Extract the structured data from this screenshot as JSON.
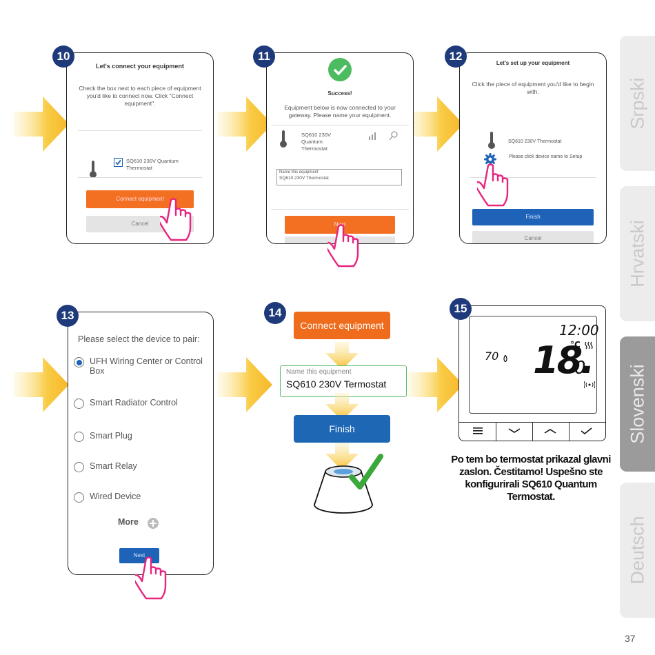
{
  "steps": {
    "s10": {
      "number": "10",
      "title": "Let's connect your equipment",
      "instructions": "Check the box next to each piece of equipment you'd like to connect now. Click \"Connect equipment\".",
      "device_name": "SQ610 230V Quantum Thermostat",
      "connect_button": "Connect equipment",
      "cancel_button": "Cancel"
    },
    "s11": {
      "number": "11",
      "title": "Success!",
      "message": "Equipment below is now connected to your gateway. Please name your equipment.",
      "device_name": "SQ610 230V Quantum Thermostat",
      "name_field_label": "Name this equipment",
      "name_field_value": "SQ610 230V Thermostat",
      "next_button": "Next"
    },
    "s12": {
      "number": "12",
      "title": "Let's set up your equipment",
      "instructions": "Click the piece of equipment you'd like to begin with.",
      "device_name": "SQ610 230V Thermostat",
      "device_hint": "Please click device name to Setup",
      "finish_button": "Finish",
      "cancel_button": "Cancel"
    },
    "s13": {
      "number": "13",
      "title": "Please select the device to pair:",
      "options": [
        "UFH Wiring Center or Control Box",
        "Smart Radiator Control",
        "Smart Plug",
        "Smart Relay",
        "Wired Device"
      ],
      "more_label": "More",
      "next_button": "Next"
    },
    "s14": {
      "number": "14",
      "connect_button": "Connect equipment",
      "name_field_label": "Name this equipment",
      "name_field_value": "SQ610 230V Termostat",
      "finish_button": "Finish"
    },
    "s15": {
      "number": "15",
      "clock": "12:00",
      "humidity": "70",
      "temperature_main": "18.",
      "temperature_decimal": "0",
      "unit": "°C",
      "caption": "Po tem bo termostat prikazal glavni zaslon. Čestitamo! Uspešno ste konfigurirali SQ610 Quantum Termostat."
    }
  },
  "language_tabs": [
    "Srpski",
    "Hrvatski",
    "Slovenski",
    "Deutsch"
  ],
  "active_language": "Slovenski",
  "page_number": "37",
  "colors": {
    "orange": "#f36f21",
    "blue": "#1e63b8",
    "badge": "#1f3a7a",
    "arrow": "#f8c43a",
    "hand": "#e8247f",
    "check_green": "#3aa83a"
  }
}
